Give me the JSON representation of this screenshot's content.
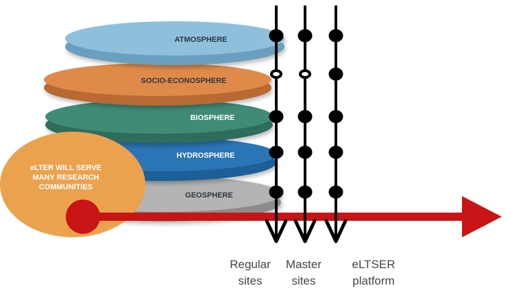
{
  "layers": [
    {
      "label": "ATMOSPHERE",
      "color": "#8ec0dc"
    },
    {
      "label": "SOCIO-ECONOSPHERE",
      "color": "#df8a4a"
    },
    {
      "label": "BIOSPHERE",
      "color": "#3f8a78"
    },
    {
      "label": "HYDROSPHERE",
      "color": "#2a74b6"
    },
    {
      "label": "GEOSPHERE",
      "color": "#b4b4b4"
    }
  ],
  "bubble": {
    "lines": [
      "eLTER WILL SERVE",
      "MANY RESEARCH",
      "COMMUNITIES"
    ],
    "color": "#eba24e"
  },
  "timeline": {
    "color": "#c81414"
  },
  "columns": [
    {
      "line1": "Regular",
      "line2": "sites"
    },
    {
      "line1": "Master",
      "line2": "sites"
    },
    {
      "line1": "eLTSER",
      "line2": "platform"
    }
  ],
  "icons": {
    "arrowhead": "arrow-down-icon",
    "node": "dot-icon"
  }
}
